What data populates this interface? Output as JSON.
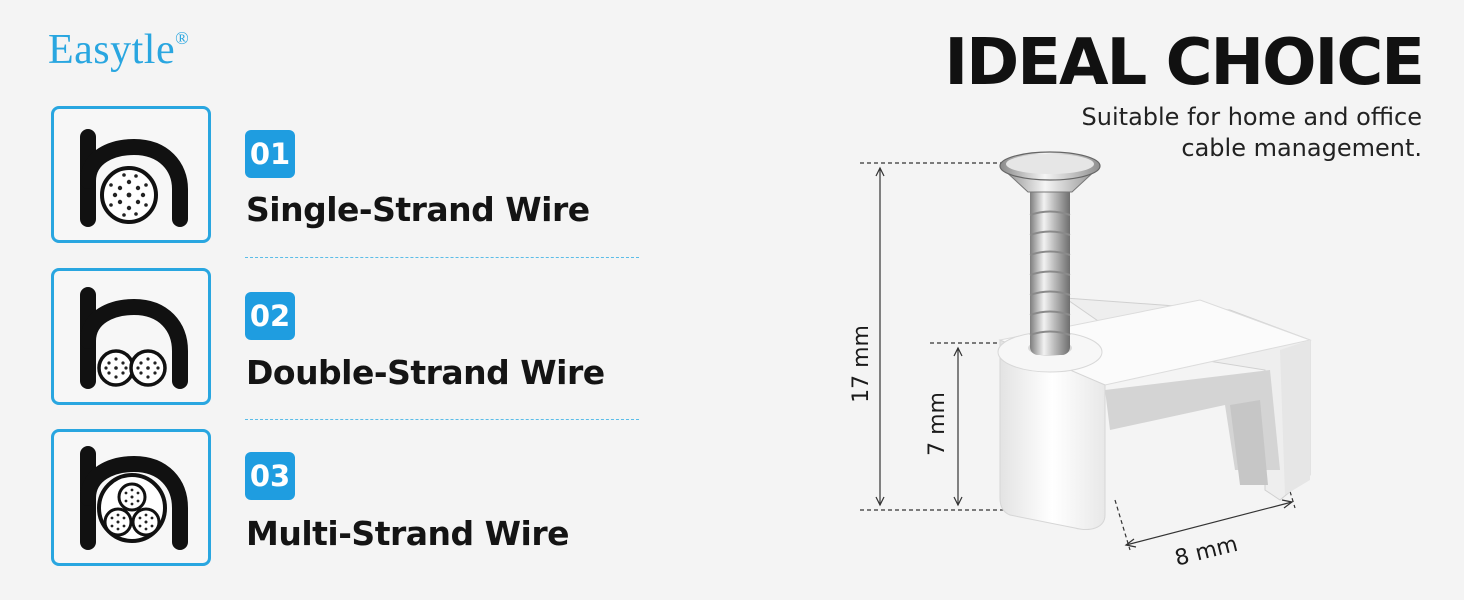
{
  "brand": {
    "name": "Easytle",
    "mark": "®"
  },
  "header": {
    "title": "IDEAL CHOICE",
    "subtitle_line1": "Suitable for home and office",
    "subtitle_line2": "cable management."
  },
  "wire_types": [
    {
      "number": "01",
      "label": "Single-Strand Wire",
      "icon": "single-strand-wire-icon"
    },
    {
      "number": "02",
      "label": "Double-Strand Wire",
      "icon": "double-strand-wire-icon"
    },
    {
      "number": "03",
      "label": "Multi-Strand Wire",
      "icon": "multi-strand-wire-icon"
    }
  ],
  "dimensions": {
    "total_height": "17 mm",
    "inner_height": "7 mm",
    "width": "8 mm"
  },
  "colors": {
    "accent": "#29a6e0",
    "badge": "#1f9de0",
    "text": "#111111",
    "background": "#f4f4f4"
  }
}
